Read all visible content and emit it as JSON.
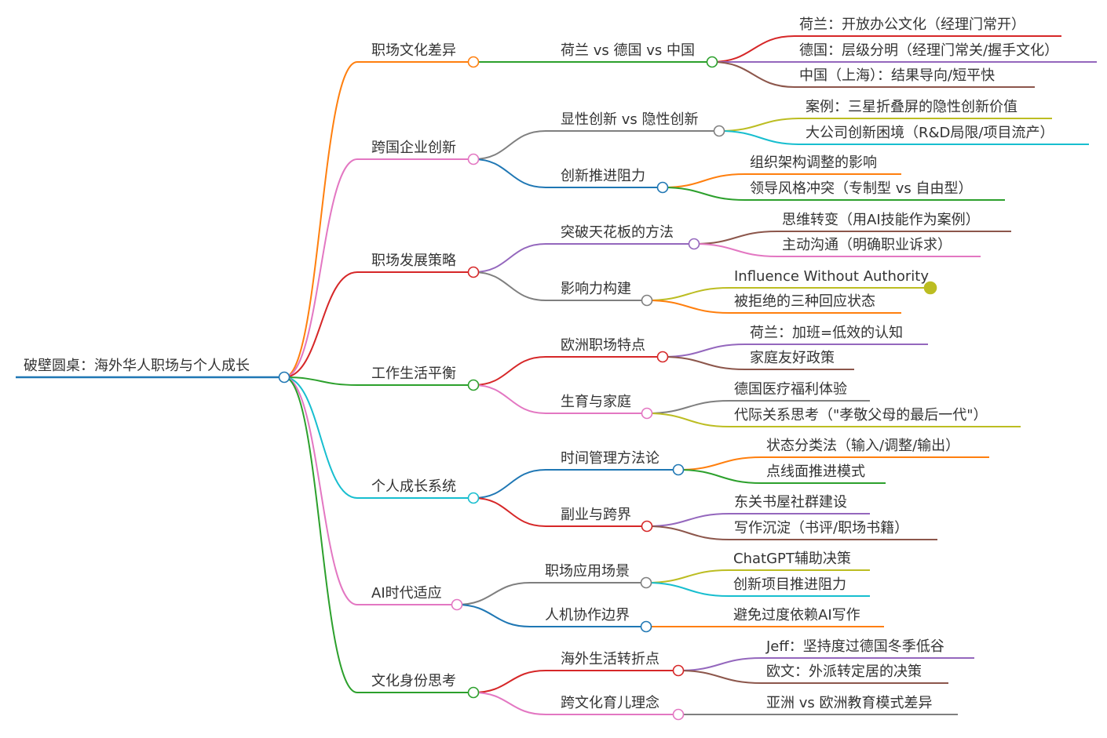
{
  "root": {
    "label": "破壁圆桌：海外华人职场与个人成长",
    "color": "#1f77b4",
    "children": [
      {
        "label": "职场文化差异",
        "color": "#ff7f0e",
        "children": [
          {
            "label": "荷兰 vs 德国 vs 中国",
            "color": "#2ca02c",
            "children": [
              {
                "label": "荷兰：开放办公文化（经理门常开）",
                "color": "#d62728"
              },
              {
                "label": "德国：层级分明（经理门常关/握手文化）",
                "color": "#9467bd"
              },
              {
                "label": "中国（上海）：结果导向/短平快",
                "color": "#8c564b"
              }
            ]
          }
        ]
      },
      {
        "label": "跨国企业创新",
        "color": "#e377c2",
        "children": [
          {
            "label": "显性创新 vs 隐性创新",
            "color": "#7f7f7f",
            "children": [
              {
                "label": "案例：三星折叠屏的隐性创新价值",
                "color": "#bcbd22"
              },
              {
                "label": "大公司创新困境（R&D局限/项目流产）",
                "color": "#17becf"
              }
            ]
          },
          {
            "label": "创新推进阻力",
            "color": "#1f77b4",
            "children": [
              {
                "label": "组织架构调整的影响",
                "color": "#ff7f0e"
              },
              {
                "label": "领导风格冲突（专制型 vs 自由型）",
                "color": "#2ca02c"
              }
            ]
          }
        ]
      },
      {
        "label": "职场发展策略",
        "color": "#d62728",
        "children": [
          {
            "label": "突破天花板的方法",
            "color": "#9467bd",
            "children": [
              {
                "label": "思维转变（用AI技能作为案例）",
                "color": "#8c564b"
              },
              {
                "label": "主动沟通（明确职业诉求）",
                "color": "#e377c2"
              }
            ]
          },
          {
            "label": "影响力构建",
            "color": "#7f7f7f",
            "children": [
              {
                "label": "Influence Without Authority",
                "color": "#bcbd22",
                "collapsed": true
              },
              {
                "label": "被拒绝的三种回应状态",
                "color": "#ff7f0e"
              }
            ]
          }
        ]
      },
      {
        "label": "工作生活平衡",
        "color": "#2ca02c",
        "children": [
          {
            "label": "欧洲职场特点",
            "color": "#d62728",
            "children": [
              {
                "label": "荷兰：加班=低效的认知",
                "color": "#9467bd"
              },
              {
                "label": "家庭友好政策",
                "color": "#8c564b"
              }
            ]
          },
          {
            "label": "生育与家庭",
            "color": "#e377c2",
            "children": [
              {
                "label": "德国医疗福利体验",
                "color": "#7f7f7f"
              },
              {
                "label": "代际关系思考（\"孝敬父母的最后一代\"）",
                "color": "#bcbd22"
              }
            ]
          }
        ]
      },
      {
        "label": "个人成长系统",
        "color": "#17becf",
        "children": [
          {
            "label": "时间管理方法论",
            "color": "#1f77b4",
            "children": [
              {
                "label": "状态分类法（输入/调整/输出）",
                "color": "#ff7f0e"
              },
              {
                "label": "点线面推进模式",
                "color": "#2ca02c"
              }
            ]
          },
          {
            "label": "副业与跨界",
            "color": "#d62728",
            "children": [
              {
                "label": "东关书屋社群建设",
                "color": "#9467bd"
              },
              {
                "label": "写作沉淀（书评/职场书籍）",
                "color": "#8c564b"
              }
            ]
          }
        ]
      },
      {
        "label": "AI时代适应",
        "color": "#e377c2",
        "children": [
          {
            "label": "职场应用场景",
            "color": "#7f7f7f",
            "children": [
              {
                "label": "ChatGPT辅助决策",
                "color": "#bcbd22"
              },
              {
                "label": "创新项目推进阻力",
                "color": "#17becf"
              }
            ]
          },
          {
            "label": "人机协作边界",
            "color": "#1f77b4",
            "children": [
              {
                "label": "避免过度依赖AI写作",
                "color": "#ff7f0e"
              }
            ]
          }
        ]
      },
      {
        "label": "文化身份思考",
        "color": "#2ca02c",
        "children": [
          {
            "label": "海外生活转折点",
            "color": "#d62728",
            "children": [
              {
                "label": "Jeff：坚持度过德国冬季低谷",
                "color": "#9467bd"
              },
              {
                "label": "欧文：外派转定居的决策",
                "color": "#8c564b"
              }
            ]
          },
          {
            "label": "跨文化育儿理念",
            "color": "#e377c2",
            "children": [
              {
                "label": "亚洲 vs 欧洲教育模式差异",
                "color": "#7f7f7f"
              }
            ]
          }
        ]
      }
    ]
  }
}
